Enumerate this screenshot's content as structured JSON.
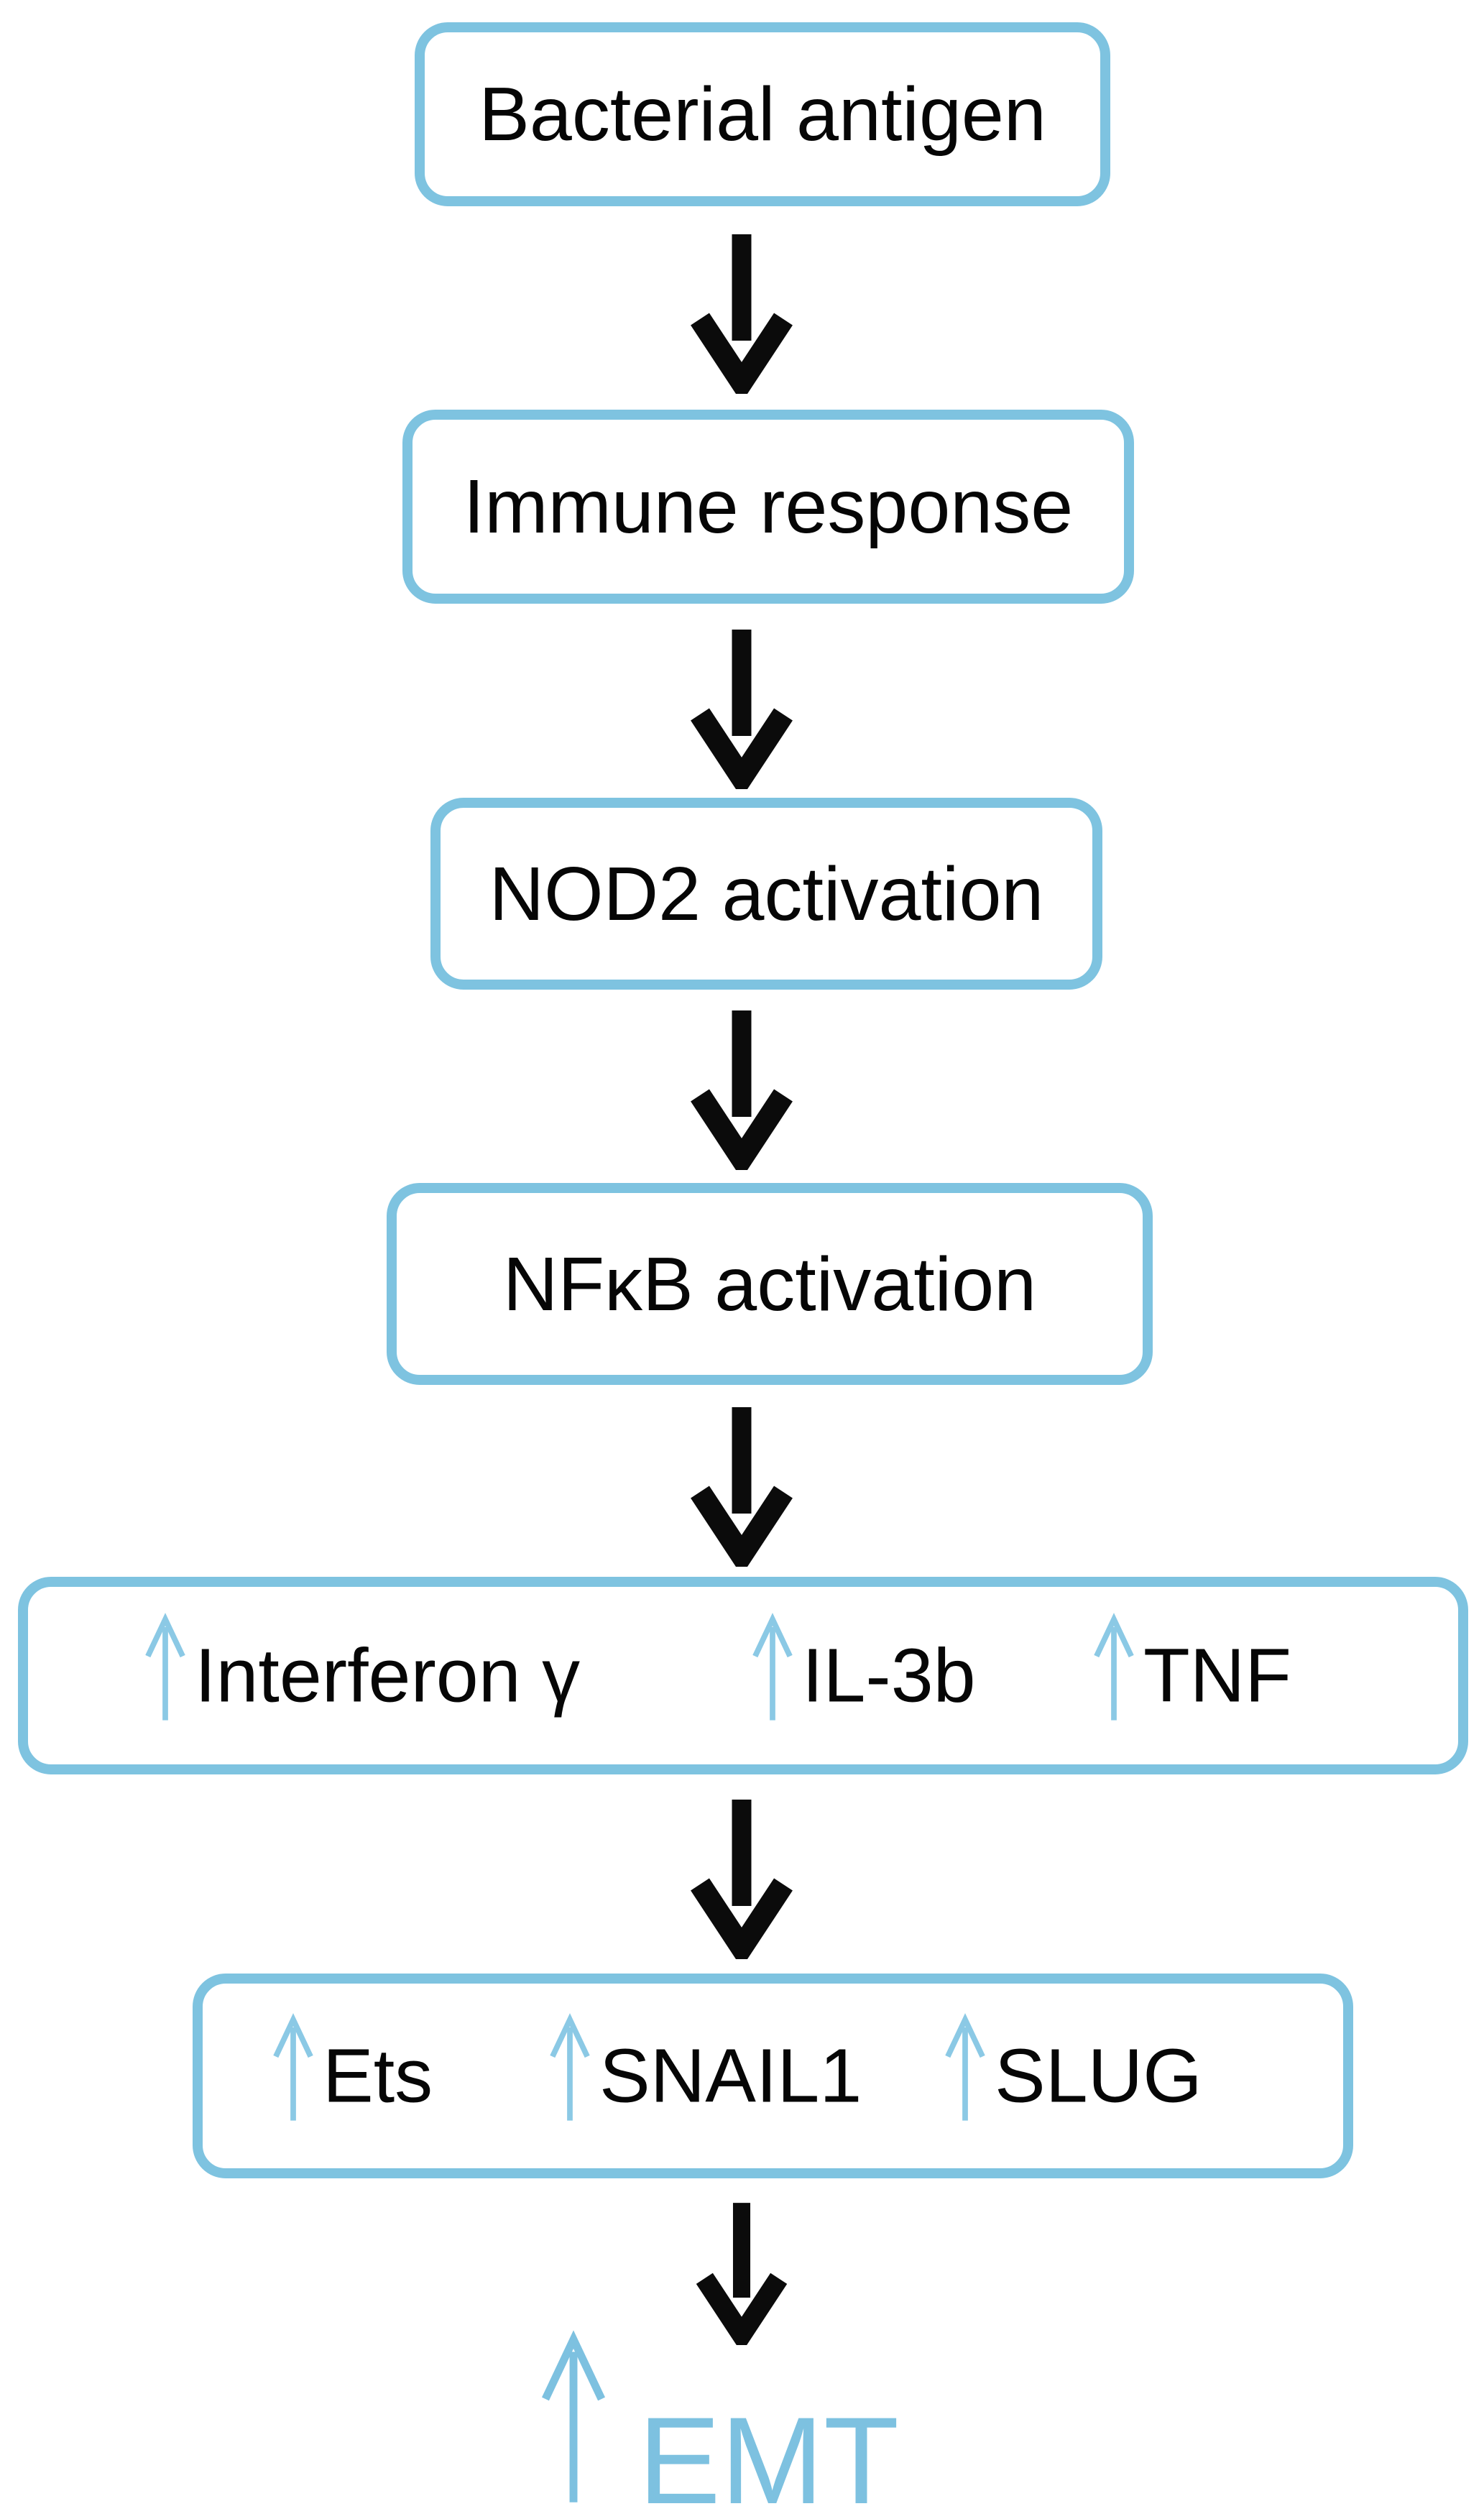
{
  "theme": {
    "bg": "#ffffff",
    "box-border": "#7ec3e0",
    "arrow-blue": "#8bc9e5",
    "arrow-black": "#0b0b0b",
    "emt-color": "#7dc1e0",
    "text-color": "#060606"
  },
  "icons": {
    "down_arrow": "↓",
    "up_arrow": "↑"
  },
  "flow": {
    "boxes": [
      {
        "id": "bacterial-antigen",
        "label": "Bacterial antigen"
      },
      {
        "id": "immune-response",
        "label": "Immune response"
      },
      {
        "id": "nod2-activation",
        "label": "NOD2 activation"
      },
      {
        "id": "nfkb-activation",
        "label": "NFκB activation"
      },
      {
        "id": "cytokines",
        "items": [
          {
            "direction": "up",
            "label": "Interferon γ"
          },
          {
            "direction": "up",
            "label": "IL-3b"
          },
          {
            "direction": "up",
            "label": "TNF"
          }
        ]
      },
      {
        "id": "emt-transcription-factors",
        "items": [
          {
            "direction": "up",
            "label": "Ets"
          },
          {
            "direction": "up",
            "label": "SNAIL1"
          },
          {
            "direction": "up",
            "label": "SLUG"
          }
        ]
      }
    ],
    "outcome": {
      "direction": "up",
      "label": "EMT"
    }
  }
}
